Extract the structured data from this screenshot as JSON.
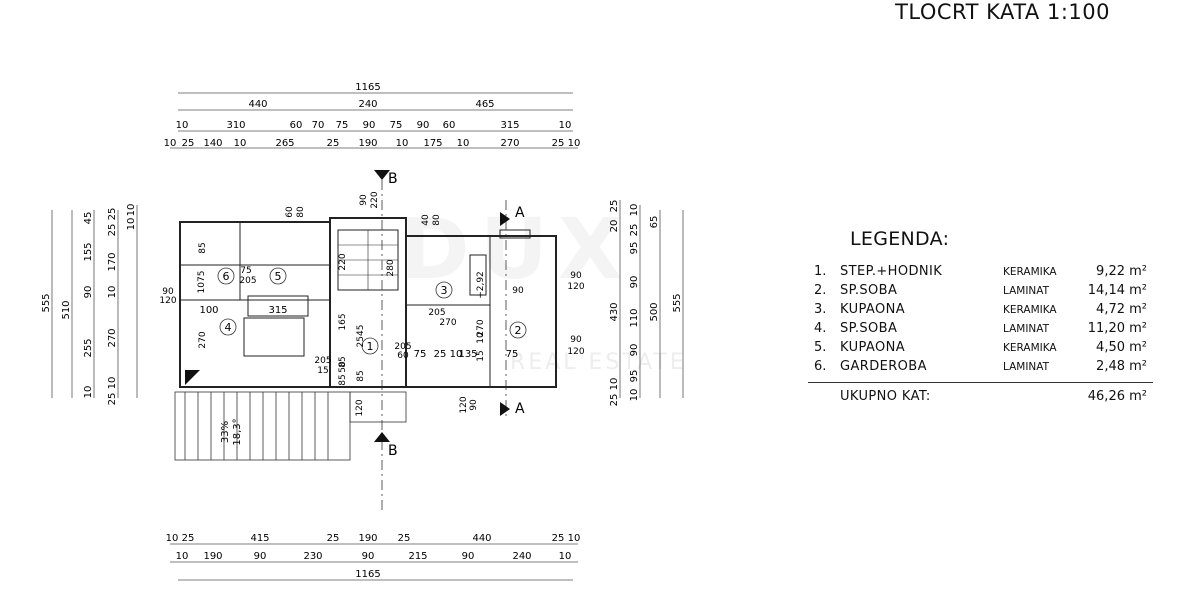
{
  "title": "TLOCRT KATA 1:100",
  "watermark": {
    "logo": "DUX",
    "text": "REAL ESTATE"
  },
  "dimensions": {
    "top_total": "1165",
    "top_mid": [
      "440",
      "240",
      "465"
    ],
    "top_row2": [
      "10",
      "310",
      "60",
      "70",
      "75",
      "90",
      "75",
      "90",
      "60",
      "315",
      "10"
    ],
    "top_row3": [
      "10",
      "25",
      "140",
      "10",
      "265",
      "25",
      "190",
      "10",
      "175",
      "10",
      "270",
      "25",
      "10"
    ],
    "bottom_row1": [
      "10",
      "25",
      "415",
      "25",
      "190",
      "25",
      "440",
      "25",
      "10"
    ],
    "bottom_row2": [
      "10",
      "190",
      "90",
      "230",
      "90",
      "215",
      "90",
      "240",
      "10"
    ],
    "bottom_total": "1165",
    "left_outer": "555",
    "left_mid": "510",
    "left_col3": [
      "45",
      "155",
      "90",
      "255",
      "10"
    ],
    "left_col4": [
      "25",
      "25",
      "170",
      "10",
      "270",
      "10",
      "25"
    ],
    "left_col5": [
      "10",
      "10"
    ],
    "right_col1": [
      "25",
      "20",
      "430",
      "10",
      "25"
    ],
    "right_col2": [
      "10",
      "25",
      "95",
      "90",
      "110",
      "90",
      "95",
      "10"
    ],
    "right_col3": "500",
    "right_col4": [
      "65",
      "555"
    ],
    "right_inner": [
      "90",
      "120",
      "90",
      "120"
    ],
    "interior": [
      "60",
      "80",
      "90",
      "220",
      "40",
      "80",
      "220",
      "280",
      "85",
      "1075",
      "75",
      "205",
      "90",
      "120",
      "100",
      "315",
      "270",
      "165",
      "2545",
      "85",
      "205",
      "15",
      "85",
      "50",
      "85",
      "205",
      "60",
      "75",
      "25",
      "10",
      "135",
      "15",
      "10",
      "270",
      "75",
      "205",
      "270",
      "+2,92",
      "90",
      "120",
      "90",
      "120"
    ],
    "stair": [
      "33%",
      "18,3°"
    ]
  },
  "section_marks": {
    "a": "A",
    "b": "B"
  },
  "rooms": [
    "1",
    "2",
    "3",
    "4",
    "5",
    "6"
  ],
  "legend": {
    "title": "LEGENDA:",
    "items": [
      {
        "num": "1.",
        "name": "STEP.+HODNIK",
        "material": "KERAMIKA",
        "area": "9,22 m²"
      },
      {
        "num": "2.",
        "name": "SP.SOBA",
        "material": "LAMINAT",
        "area": "14,14 m²"
      },
      {
        "num": "3.",
        "name": "KUPAONA",
        "material": "KERAMIKA",
        "area": "4,72 m²"
      },
      {
        "num": "4.",
        "name": "SP.SOBA",
        "material": "LAMINAT",
        "area": "11,20 m²"
      },
      {
        "num": "5.",
        "name": "KUPAONA",
        "material": "KERAMIKA",
        "area": "4,50 m²"
      },
      {
        "num": "6.",
        "name": "GARDEROBA",
        "material": "LAMINAT",
        "area": "2,48 m²"
      }
    ],
    "total_label": "UKUPNO KAT:",
    "total_area": "46,26 m²"
  }
}
